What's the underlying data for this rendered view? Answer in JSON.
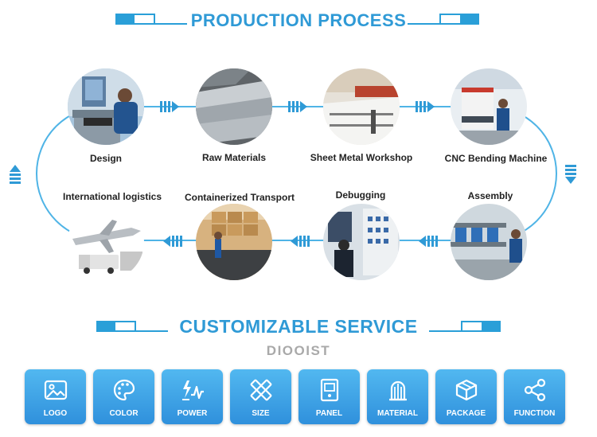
{
  "header1": {
    "title": "PRODUCTION PROCESS"
  },
  "steps": [
    {
      "label": "Design"
    },
    {
      "label": "Raw Materials"
    },
    {
      "label": "Sheet Metal Workshop"
    },
    {
      "label": "CNC Bending Machine"
    },
    {
      "label": "Assembly"
    },
    {
      "label": "Debugging"
    },
    {
      "label": "Containerized Transport"
    },
    {
      "label": "International logistics"
    }
  ],
  "header2": {
    "title": "CUSTOMIZABLE SERVICE",
    "brand": "DIOOIST"
  },
  "services": [
    {
      "label": "LOGO",
      "icon": "image-icon"
    },
    {
      "label": "COLOR",
      "icon": "palette-icon"
    },
    {
      "label": "POWER",
      "icon": "power-wave-icon"
    },
    {
      "label": "SIZE",
      "icon": "ruler-icon"
    },
    {
      "label": "PANEL",
      "icon": "panel-icon"
    },
    {
      "label": "MATERIAL",
      "icon": "material-icon"
    },
    {
      "label": "PACKAGE",
      "icon": "package-icon"
    },
    {
      "label": "FUNCTION",
      "icon": "share-nodes-icon"
    }
  ],
  "colors": {
    "accent": "#2a9fd8",
    "card_top": "#52b8f0",
    "card_bottom": "#2f90dc",
    "brand_gray": "#a9a9a9"
  }
}
